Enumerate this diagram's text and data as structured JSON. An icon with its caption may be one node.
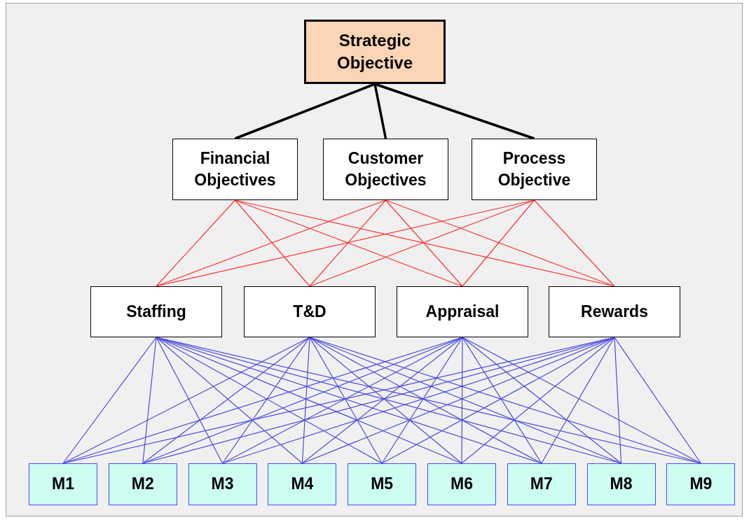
{
  "diagram": {
    "nodes": [
      {
        "text": [
          "Strategic Objective"
        ]
      },
      {
        "text": [
          "Financial Objectives"
        ]
      },
      {
        "text": [
          "Customer Objectives"
        ]
      },
      {
        "text": [
          "Process Objective"
        ]
      },
      {
        "text": [
          "Staffing"
        ]
      },
      {
        "text": [
          "T&D"
        ]
      },
      {
        "text": [
          "Appraisal"
        ]
      },
      {
        "text": [
          "Rewards"
        ]
      },
      {
        "text": [
          "M1"
        ]
      },
      {
        "text": [
          "M2"
        ]
      },
      {
        "text": [
          "M3"
        ]
      },
      {
        "text": [
          "M4"
        ]
      },
      {
        "text": [
          "M5"
        ]
      },
      {
        "text": [
          "M6"
        ]
      },
      {
        "text": [
          "M7"
        ]
      },
      {
        "text": [
          "M8"
        ]
      },
      {
        "text": [
          "M9"
        ]
      }
    ],
    "edges": [
      {
        "from": 0,
        "to": 1,
        "arrow": "none",
        "color": "#000000",
        "style": "thick"
      },
      {
        "from": 0,
        "to": 2,
        "arrow": "none",
        "color": "#000000",
        "style": "thick"
      },
      {
        "from": 0,
        "to": 3,
        "arrow": "none",
        "color": "#000000",
        "style": "thick"
      },
      {
        "from": 1,
        "to": 4,
        "arrow": "none",
        "color": "#ff3333"
      },
      {
        "from": 1,
        "to": 5,
        "arrow": "none",
        "color": "#ff3333"
      },
      {
        "from": 1,
        "to": 6,
        "arrow": "none",
        "color": "#ff3333"
      },
      {
        "from": 1,
        "to": 7,
        "arrow": "none",
        "color": "#ff3333"
      },
      {
        "from": 2,
        "to": 4,
        "arrow": "none",
        "color": "#ff3333"
      },
      {
        "from": 2,
        "to": 5,
        "arrow": "none",
        "color": "#ff3333"
      },
      {
        "from": 2,
        "to": 6,
        "arrow": "none",
        "color": "#ff3333"
      },
      {
        "from": 2,
        "to": 7,
        "arrow": "none",
        "color": "#ff3333"
      },
      {
        "from": 3,
        "to": 4,
        "arrow": "none",
        "color": "#ff3333"
      },
      {
        "from": 3,
        "to": 5,
        "arrow": "none",
        "color": "#ff3333"
      },
      {
        "from": 3,
        "to": 6,
        "arrow": "none",
        "color": "#ff3333"
      },
      {
        "from": 3,
        "to": 7,
        "arrow": "none",
        "color": "#ff3333"
      },
      {
        "from": 4,
        "to": 8,
        "arrow": "none"
      },
      {
        "from": 4,
        "to": 9,
        "arrow": "none"
      },
      {
        "from": 4,
        "to": 10,
        "arrow": "none"
      },
      {
        "from": 4,
        "to": 11,
        "arrow": "none"
      },
      {
        "from": 4,
        "to": 12,
        "arrow": "none"
      },
      {
        "from": 4,
        "to": 13,
        "arrow": "none"
      },
      {
        "from": 4,
        "to": 14,
        "arrow": "none"
      },
      {
        "from": 4,
        "to": 15,
        "arrow": "none"
      },
      {
        "from": 4,
        "to": 16,
        "arrow": "none"
      },
      {
        "from": 5,
        "to": 8,
        "arrow": "none"
      },
      {
        "from": 5,
        "to": 9,
        "arrow": "none"
      },
      {
        "from": 5,
        "to": 10,
        "arrow": "none"
      },
      {
        "from": 5,
        "to": 11,
        "arrow": "none"
      },
      {
        "from": 5,
        "to": 12,
        "arrow": "none"
      },
      {
        "from": 5,
        "to": 13,
        "arrow": "none"
      },
      {
        "from": 5,
        "to": 14,
        "arrow": "none"
      },
      {
        "from": 5,
        "to": 15,
        "arrow": "none"
      },
      {
        "from": 5,
        "to": 16,
        "arrow": "none"
      },
      {
        "from": 6,
        "to": 8,
        "arrow": "none"
      },
      {
        "from": 6,
        "to": 9,
        "arrow": "none"
      },
      {
        "from": 6,
        "to": 10,
        "arrow": "none"
      },
      {
        "from": 6,
        "to": 11,
        "arrow": "none"
      },
      {
        "from": 6,
        "to": 12,
        "arrow": "none"
      },
      {
        "from": 6,
        "to": 13,
        "arrow": "none"
      },
      {
        "from": 6,
        "to": 14,
        "arrow": "none"
      },
      {
        "from": 6,
        "to": 15,
        "arrow": "none"
      },
      {
        "from": 6,
        "to": 16,
        "arrow": "none"
      },
      {
        "from": 7,
        "to": 8,
        "arrow": "none"
      },
      {
        "from": 7,
        "to": 9,
        "arrow": "none"
      },
      {
        "from": 7,
        "to": 10,
        "arrow": "none"
      },
      {
        "from": 7,
        "to": 11,
        "arrow": "none"
      },
      {
        "from": 7,
        "to": 12,
        "arrow": "none"
      },
      {
        "from": 7,
        "to": 13,
        "arrow": "none"
      },
      {
        "from": 7,
        "to": 14,
        "arrow": "none"
      },
      {
        "from": 7,
        "to": 15,
        "arrow": "none"
      },
      {
        "from": 7,
        "to": 16,
        "arrow": "none"
      }
    ]
  }
}
